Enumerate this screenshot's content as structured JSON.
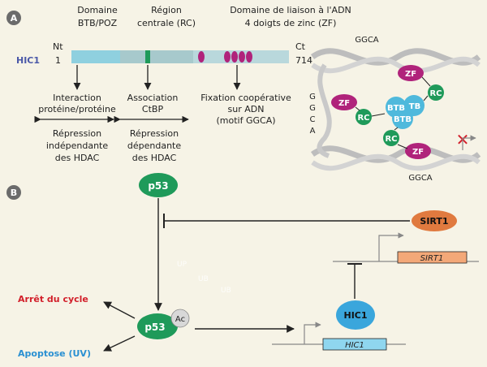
{
  "panel_a": {
    "label": "A",
    "headers": {
      "domain_btb": [
        "Domaine",
        "BTB/POZ"
      ],
      "central_region": [
        "Région",
        "centrale (RC)"
      ],
      "dna_binding": [
        "Domaine de liaison à l'ADN",
        "4 doigts de zinc (ZF)"
      ]
    },
    "protein": {
      "name": "HIC1",
      "n_term": "Nt",
      "c_term": "Ct",
      "start": "1",
      "end": "714"
    },
    "functions": {
      "btb": [
        "Interaction",
        "protéine/protéine"
      ],
      "rc": [
        "Association",
        "CtBP"
      ],
      "zf": [
        "Fixation coopérative",
        "sur ADN",
        "(motif GGCA)"
      ]
    },
    "repression": {
      "independent": [
        "Répression",
        "indépendante",
        "des HDAC"
      ],
      "dependent": [
        "Répression",
        "dépendante",
        "des HDAC"
      ]
    },
    "dna_diagram": {
      "top_label": "GGCA",
      "bottom_label": "GGCA",
      "side_letters": [
        "G",
        "G",
        "C",
        "A"
      ],
      "zf": "ZF",
      "rc": "RC",
      "btb": "BTB",
      "tb": "TB",
      "block_mark": "✕"
    },
    "colors": {
      "btb_bar": "#8fd0df",
      "central_bar": "#a7c9cc",
      "zf_bar": "#b9d8dc",
      "green": "#1f9a5a",
      "magenta": "#b0237b",
      "cyan": "#4fb9dc",
      "red": "#d21f2a"
    }
  },
  "panel_b": {
    "label": "B",
    "p53_top": "p53",
    "p53_bottom": "p53",
    "ac": "Ac",
    "sirt1": "SIRT1",
    "sirt1_gene": "SIRT1",
    "hic1": "HIC1",
    "hic1_gene": "HIC1",
    "faint_labels": [
      "UP",
      "UB",
      "UB"
    ],
    "outcomes": {
      "cycle_arrest": "Arrêt du cycle",
      "apoptosis": "Apoptose (UV)"
    },
    "colors": {
      "p53": "#1f9a5a",
      "sirt1": "#e07a3f",
      "hic1": "#3aa6dc",
      "cycle": "#d21f2a",
      "apoptose": "#2a90d2"
    }
  }
}
